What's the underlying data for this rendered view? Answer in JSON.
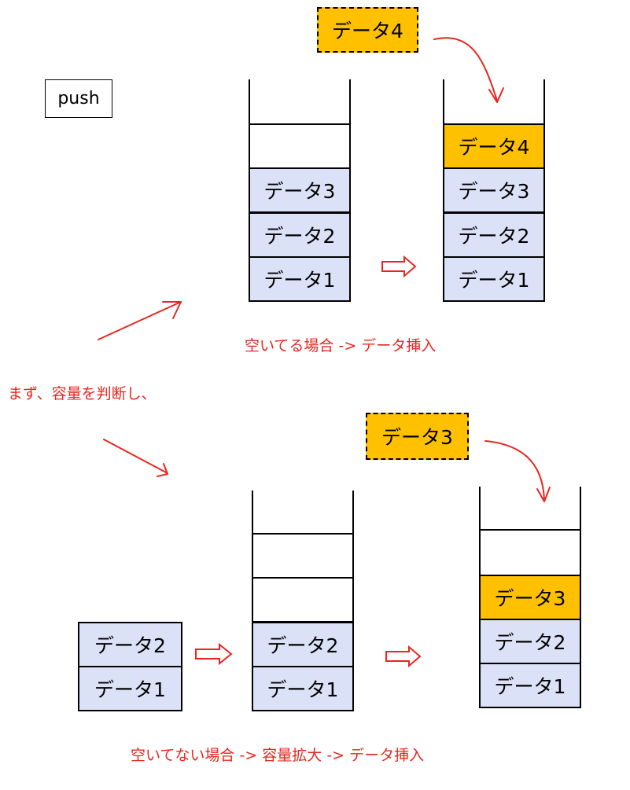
{
  "push_label": "push",
  "intro_text": "まず、容量を判断し、",
  "top": {
    "incoming": "データ4",
    "before": [
      "",
      "データ3",
      "データ2",
      "データ1"
    ],
    "after": [
      "データ4",
      "データ3",
      "データ2",
      "データ1"
    ],
    "caption": "空いてる場合 -> データ挿入"
  },
  "bottom": {
    "incoming": "データ3",
    "original": [
      "データ2",
      "データ1"
    ],
    "expanded": [
      "",
      "",
      "データ2",
      "データ1"
    ],
    "after": [
      "",
      "データ3",
      "データ2",
      "データ1"
    ],
    "caption": "空いてない場合 -> 容量拡大 -> データ挿入"
  },
  "colors": {
    "data_fill": "#dbe2f7",
    "new_fill": "#ffc000",
    "arrow_red": "#e8261f"
  }
}
